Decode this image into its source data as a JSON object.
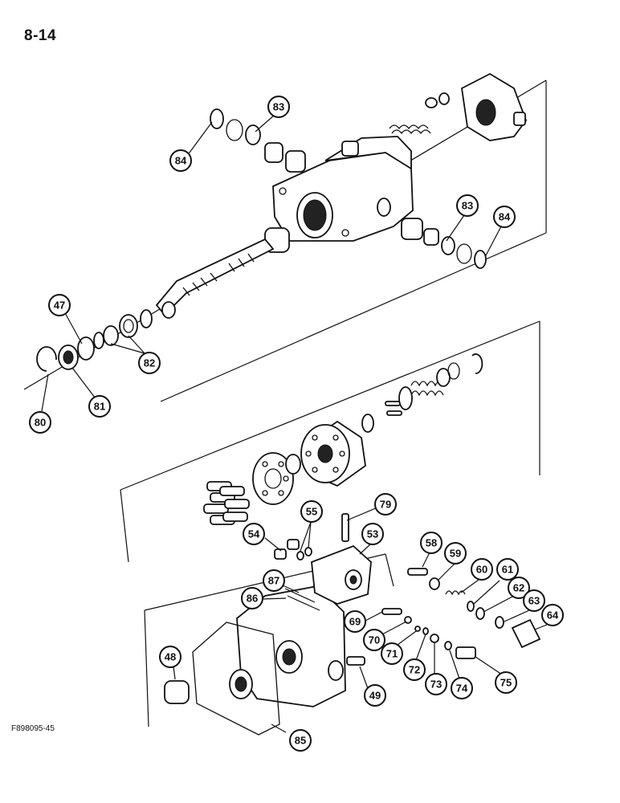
{
  "page": {
    "number": "8-14",
    "figure_id": "F898095-45"
  },
  "callouts": {
    "c83a": "83",
    "c84a": "84",
    "c83b": "83",
    "c84b": "84",
    "c47": "47",
    "c82": "82",
    "c81": "81",
    "c80": "80",
    "c79": "79",
    "c55": "55",
    "c54": "54",
    "c53": "53",
    "c87": "87",
    "c86": "86",
    "c58": "58",
    "c59": "59",
    "c60": "60",
    "c61": "61",
    "c62": "62",
    "c63": "63",
    "c64": "64",
    "c69": "69",
    "c70": "70",
    "c71": "71",
    "c72": "72",
    "c73": "73",
    "c74": "74",
    "c75": "75",
    "c48": "48",
    "c49": "49",
    "c85": "85"
  }
}
